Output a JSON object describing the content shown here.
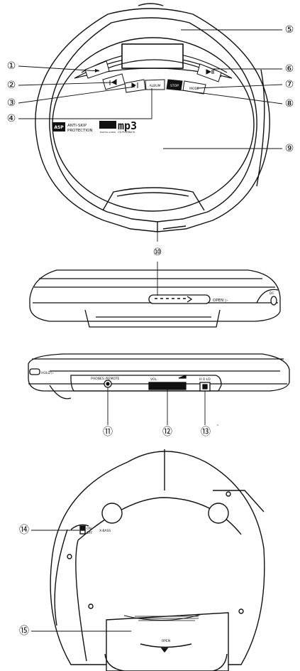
{
  "callouts": [
    "①",
    "②",
    "③",
    "④",
    "⑤",
    "⑥",
    "⑦",
    "⑧",
    "⑨",
    "⑩",
    "⑪",
    "⑫",
    "⑬",
    "⑭",
    "⑮"
  ],
  "top_view": {
    "button_icons": {
      "play": "play-icon",
      "prev": "skip-back-icon",
      "next": "skip-forward-icon",
      "stop": "stop-icon",
      "play_pause": "play-pause-icon"
    },
    "album_label": "ALBUM",
    "mode_label": "MODE",
    "stop_label": "STOP",
    "asp_badge": "ASP",
    "anti_skip_line1": "ANTI-SKIP",
    "anti_skip_line2": "PROTECTION",
    "digital_audio_label": "DIGITAL AUDIO",
    "mp3_logo": "mp3",
    "mp3_sub": "CD PLAYBACK"
  },
  "front_view": {
    "open_label": "OPEN ▷",
    "dc_label": "DC"
  },
  "side_view": {
    "hold_label": "HOLD ▷",
    "phones_label": "PHONES /REMOTE",
    "vol_label": "VOL",
    "hold_switch_labels": "H O LD"
  },
  "bottom_view": {
    "xbass_on": "ON",
    "xbass_off": "OFF",
    "xbass_label": "X-BASS",
    "open_label": "OPEN"
  },
  "colors": {
    "ink": "#111111",
    "paper": "#ffffff",
    "gray": "#777777"
  }
}
